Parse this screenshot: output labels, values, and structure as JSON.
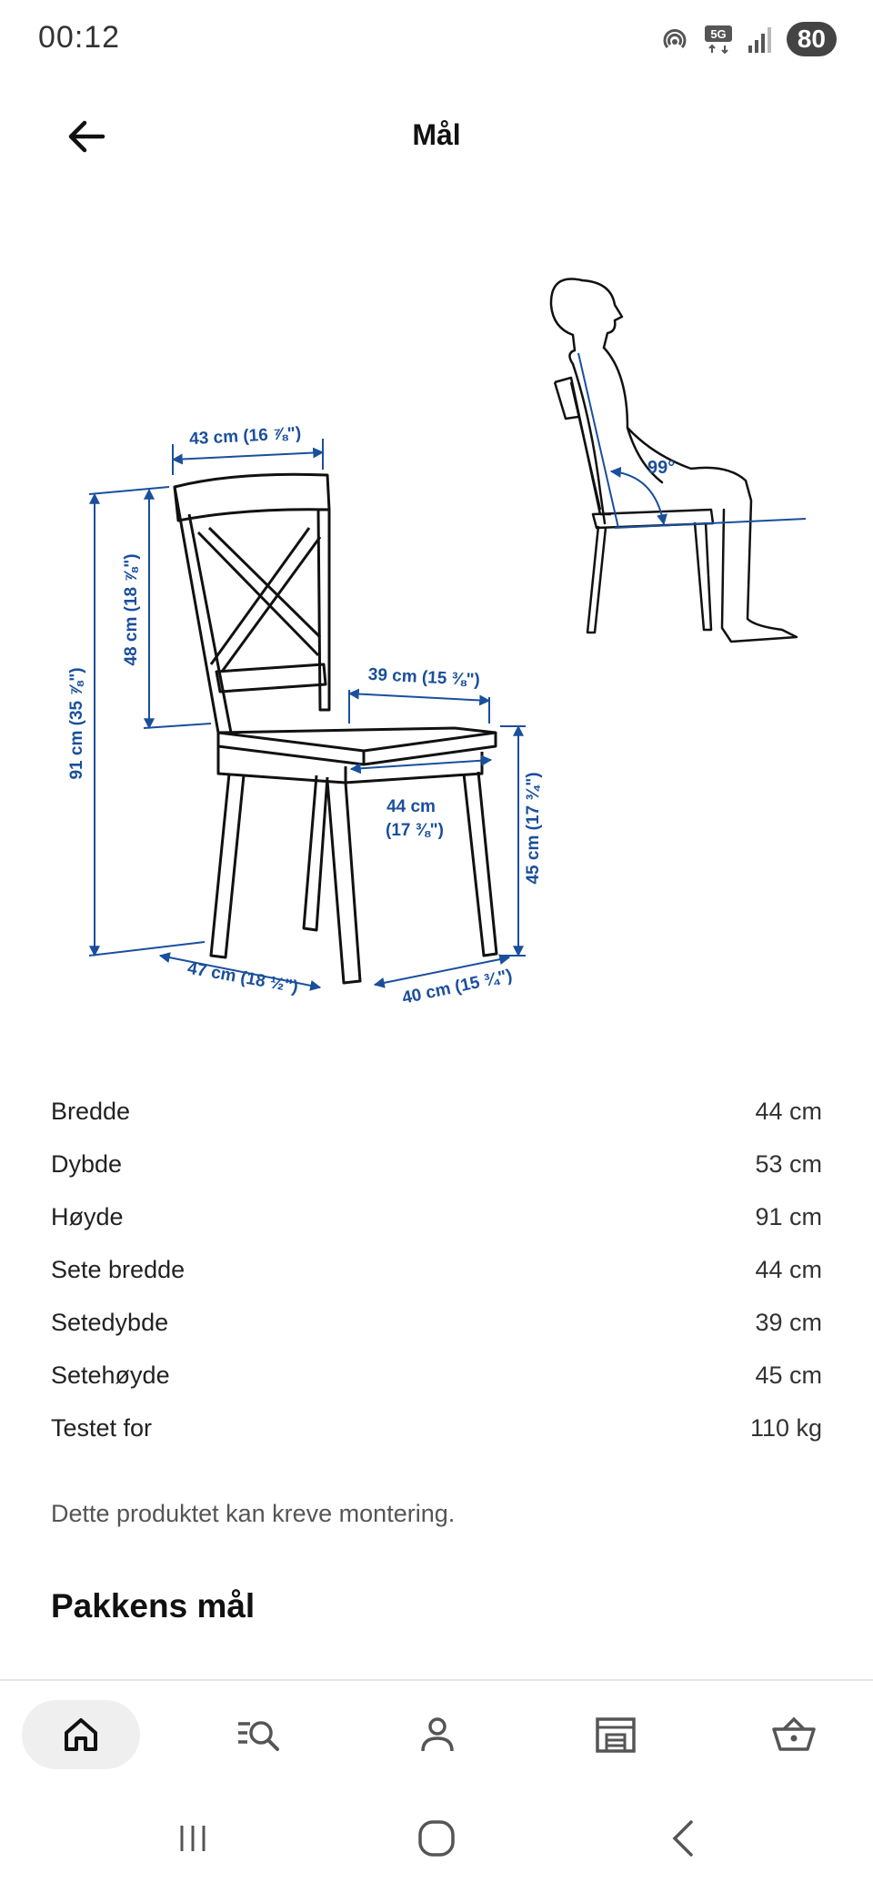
{
  "status_bar": {
    "time": "00:12",
    "network": "5G",
    "battery": "80",
    "icons": [
      "hotspot-icon",
      "5g-icon",
      "signal-icon",
      "battery-icon"
    ]
  },
  "header": {
    "title": "Mål",
    "back_icon": "arrow-left-icon"
  },
  "diagram": {
    "labels": {
      "top_width": "43 cm (16 ⅞\")",
      "backrest_height": "48 cm (18 ⅞\")",
      "total_height": "91 cm (35 ⅞\")",
      "seat_depth": "39 cm (15 ⅜\")",
      "seat_width_line1": "44 cm",
      "seat_width_line2": "(17 ⅜\")",
      "seat_height": "45 cm (17 ¾\")",
      "base_depth": "47 cm (18 ½\")",
      "base_width": "40 cm (15 ¾\")",
      "recline_angle": "99°"
    },
    "accent_color": "#1a4f9c",
    "line_color": "#111111"
  },
  "dimensions": [
    {
      "label": "Bredde",
      "value": "44 cm"
    },
    {
      "label": "Dybde",
      "value": "53 cm"
    },
    {
      "label": "Høyde",
      "value": "91 cm"
    },
    {
      "label": "Sete bredde",
      "value": "44 cm"
    },
    {
      "label": "Setedybde",
      "value": "39 cm"
    },
    {
      "label": "Setehøyde",
      "value": "45 cm"
    },
    {
      "label": "Testet for",
      "value": "110 kg"
    }
  ],
  "note": "Dette produktet kan kreve montering.",
  "section_title": "Pakkens mål",
  "bottom_nav": {
    "active": "home",
    "items": [
      "home-icon",
      "search-list-icon",
      "profile-icon",
      "store-icon",
      "basket-icon"
    ]
  },
  "system_nav": [
    "recent-apps-icon",
    "home-circle-icon",
    "back-chevron-icon"
  ]
}
